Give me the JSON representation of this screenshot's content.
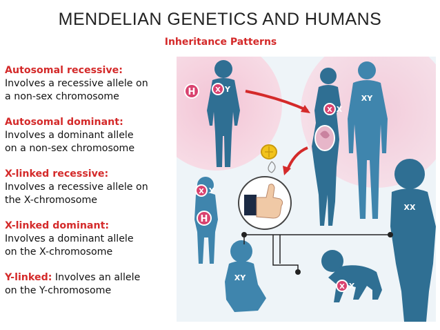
{
  "header": {
    "title": "MENDELIAN GENETICS AND HUMANS",
    "subtitle": "Inheritance Patterns"
  },
  "patterns": [
    {
      "name": "Autosomal recessive:",
      "line1": "Involves a recessive allele on",
      "line2": "a non-sex chromosome"
    },
    {
      "name": "Autosomal dominant:",
      "line1": "Involves a dominant allele",
      "line2": "on a non-sex chromosome"
    },
    {
      "name": "X-linked recessive:",
      "line1": "Involves a recessive allele on",
      "line2": "the X-chromosome"
    },
    {
      "name": "X-linked dominant:",
      "line1": "Involves a dominant allele",
      "line2": "on the X-chromosome"
    },
    {
      "name": "Y-linked:",
      "line1": " Involves an allele",
      "line2": "on the Y-chromosome"
    }
  ],
  "illustration": {
    "labels": {
      "h": "H",
      "x": "X",
      "y": "Y",
      "xy": "XY",
      "xx": "XX"
    },
    "colors": {
      "figure": "#2f6f93",
      "accent": "#d42a2a",
      "pink_halo": "#f5cfdc",
      "badge_fill": "#d9426f",
      "panel_bg": "#eef4f8"
    }
  }
}
